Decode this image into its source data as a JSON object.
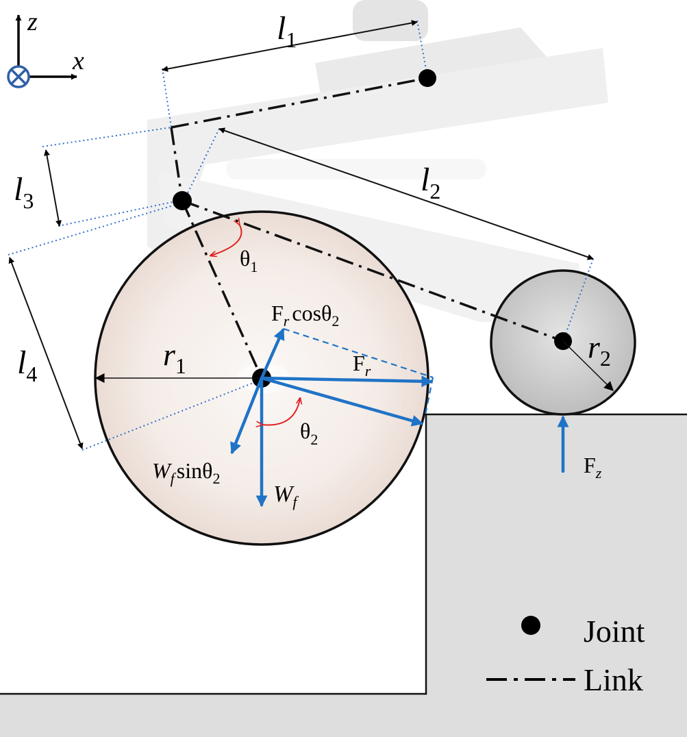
{
  "axes": {
    "z_label": "z",
    "x_label": "x"
  },
  "dimensions": {
    "l1": {
      "base": "l",
      "sub": "1"
    },
    "l2": {
      "base": "l",
      "sub": "2"
    },
    "l3": {
      "base": "l",
      "sub": "3"
    },
    "l4": {
      "base": "l",
      "sub": "4"
    },
    "r1": {
      "base": "r",
      "sub": "1"
    },
    "r2": {
      "base": "r",
      "sub": "2"
    }
  },
  "angles": {
    "theta1": {
      "base": "θ",
      "sub": "1"
    },
    "theta2": {
      "base": "θ",
      "sub": "2"
    }
  },
  "forces": {
    "Fr_cos": {
      "pre": "F",
      "sub": "r",
      "post": "cosθ",
      "post_sub": "2"
    },
    "Fr": {
      "pre": "F",
      "sub": "r"
    },
    "Wf_sin": {
      "pre": "W",
      "sub": "f",
      "post": "sinθ",
      "post_sub": "2"
    },
    "Wf": {
      "pre": "W",
      "sub": "f"
    },
    "Fz": {
      "pre": "F",
      "sub": "z"
    }
  },
  "legend": {
    "joint_label": "Joint",
    "link_label": "Link"
  },
  "colors": {
    "force_blue": "#1f73c6",
    "angle_red": "#e02020",
    "guide_blue": "#2f6fc9",
    "ground_fill": "#dedede",
    "wheel_fill": "#f6f0ec",
    "caster_fill": "#d2d2d2"
  }
}
